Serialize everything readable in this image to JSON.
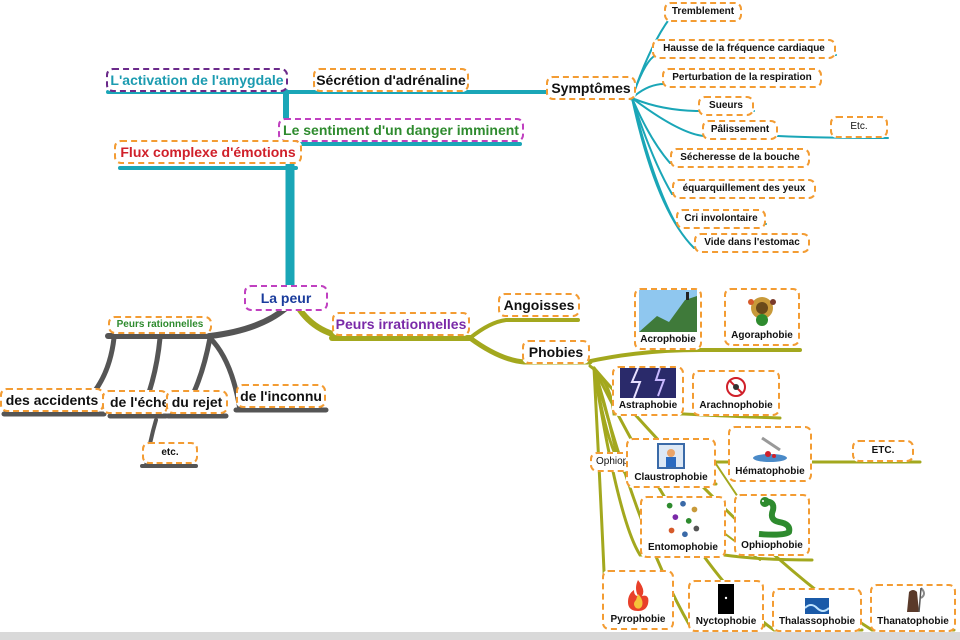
{
  "colors": {
    "teal": "#1aa6b7",
    "olive": "#a3a81e",
    "grey": "#555555",
    "node_border": "#f39c33",
    "center_border": "#c040c0",
    "amygdale_border": "#6b2a8a",
    "amygdale_text": "#1b9bb0",
    "danger_text": "#2e8b2e",
    "danger_border": "#c040c0",
    "flux_text": "#d0202a",
    "center_text": "#1a3c9c",
    "irrational_text": "#7a2aa8",
    "rational_text": "#2e8b2e"
  },
  "center": {
    "label": "La peur"
  },
  "top_branch": {
    "amygdale": "L'activation de l'amygdale",
    "adrenaline": "Sécrétion d'adrénaline",
    "danger": "Le sentiment d'un danger imminent",
    "flux": "Flux complexe  d'émotions",
    "symptoms_title": "Symptômes",
    "symptoms": [
      "Tremblement",
      "Hausse de la fréquence cardiaque",
      "Perturbation de la respiration",
      "Sueurs",
      "Pâlissement",
      "Sécheresse de la bouche",
      "équarquillement des yeux",
      "Cri involontaire",
      "Vide dans l'estomac"
    ],
    "symptoms_etc": "Etc."
  },
  "rational": {
    "title": "Peurs rationnelles",
    "items": [
      "des accidents",
      "de l'échec",
      "du rejet",
      "de l'inconnu"
    ],
    "etc": "etc."
  },
  "irrational": {
    "title": "Peurs irrationnelles",
    "angoisses": "Angoisses",
    "phobies": "Phobies",
    "phobias": [
      {
        "label": "Acrophobie",
        "icon": "mountain-icon"
      },
      {
        "label": "Agoraphobie",
        "icon": "crowd-icon"
      },
      {
        "label": "Astraphobie",
        "icon": "lightning-icon"
      },
      {
        "label": "Arachnophobie",
        "icon": "no-spider-icon"
      },
      {
        "label": "Claustrophobie",
        "icon": "box-person-icon"
      },
      {
        "label": "Hématophobie",
        "icon": "blood-icon"
      },
      {
        "label": "Entomophobie",
        "icon": "insects-icon"
      },
      {
        "label": "Ophiophobie",
        "icon": "snake-icon"
      },
      {
        "label": "Pyrophobie",
        "icon": "fire-icon"
      },
      {
        "label": "Nyctophobie",
        "icon": "night-icon"
      },
      {
        "label": "Thalassophobie",
        "icon": "wave-icon"
      },
      {
        "label": "Thanatophobie",
        "icon": "reaper-icon"
      }
    ],
    "partial_label": "Ophiop",
    "phobias_etc": "ETC."
  }
}
